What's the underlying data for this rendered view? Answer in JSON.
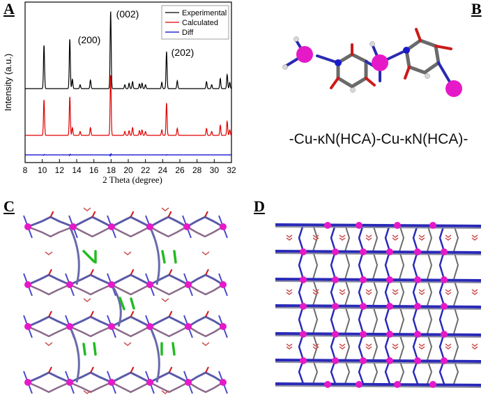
{
  "panels": {
    "a": "A",
    "b": "B",
    "c": "C",
    "d": "D"
  },
  "chain_formula": "-Cu-κN(HCA)-Cu-κN(HCA)-",
  "colors": {
    "experimental": "#000000",
    "calculated": "#e00000",
    "diff": "#0000cc",
    "copper": "#e619c8",
    "nitrogen": "#1a1acc",
    "carbon": "#7a7a7a",
    "oxygen": "#cc1a1a",
    "hydrogen": "#d8d8d8",
    "hbond": "#22bb22"
  },
  "chart_data": {
    "type": "line",
    "xlabel": "2 Theta (degree)",
    "ylabel": "Intensity (a.u.)",
    "xlim": [
      8,
      32
    ],
    "x_ticks": [
      "8",
      "10",
      "12",
      "14",
      "16",
      "18",
      "20",
      "22",
      "24",
      "26",
      "28",
      "30",
      "32"
    ],
    "legend": [
      "Experimental",
      "Calculated",
      "Diff"
    ],
    "legend_position": "top-right",
    "annotations": [
      {
        "text": "(200)",
        "x": 13.2
      },
      {
        "text": "(002)",
        "x": 18.0
      },
      {
        "text": "(202)",
        "x": 24.5
      }
    ],
    "peaks": [
      {
        "x": 10.2,
        "exp": 0.56,
        "calc": 0.46
      },
      {
        "x": 13.2,
        "exp": 0.64,
        "calc": 0.5
      },
      {
        "x": 13.5,
        "exp": 0.12,
        "calc": 0.1
      },
      {
        "x": 14.4,
        "exp": 0.05,
        "calc": 0.05
      },
      {
        "x": 15.6,
        "exp": 0.11,
        "calc": 0.1
      },
      {
        "x": 17.95,
        "exp": 1.0,
        "calc": 0.78
      },
      {
        "x": 19.6,
        "exp": 0.05,
        "calc": 0.05
      },
      {
        "x": 20.1,
        "exp": 0.07,
        "calc": 0.06
      },
      {
        "x": 20.5,
        "exp": 0.09,
        "calc": 0.1
      },
      {
        "x": 21.3,
        "exp": 0.06,
        "calc": 0.06
      },
      {
        "x": 21.6,
        "exp": 0.07,
        "calc": 0.07
      },
      {
        "x": 22.0,
        "exp": 0.05,
        "calc": 0.05
      },
      {
        "x": 23.9,
        "exp": 0.08,
        "calc": 0.07
      },
      {
        "x": 24.45,
        "exp": 0.48,
        "calc": 0.42
      },
      {
        "x": 25.7,
        "exp": 0.1,
        "calc": 0.09
      },
      {
        "x": 29.1,
        "exp": 0.09,
        "calc": 0.09
      },
      {
        "x": 29.7,
        "exp": 0.05,
        "calc": 0.05
      },
      {
        "x": 30.7,
        "exp": 0.13,
        "calc": 0.13
      },
      {
        "x": 31.5,
        "exp": 0.18,
        "calc": 0.18
      },
      {
        "x": 31.8,
        "exp": 0.08,
        "calc": 0.07
      }
    ]
  }
}
